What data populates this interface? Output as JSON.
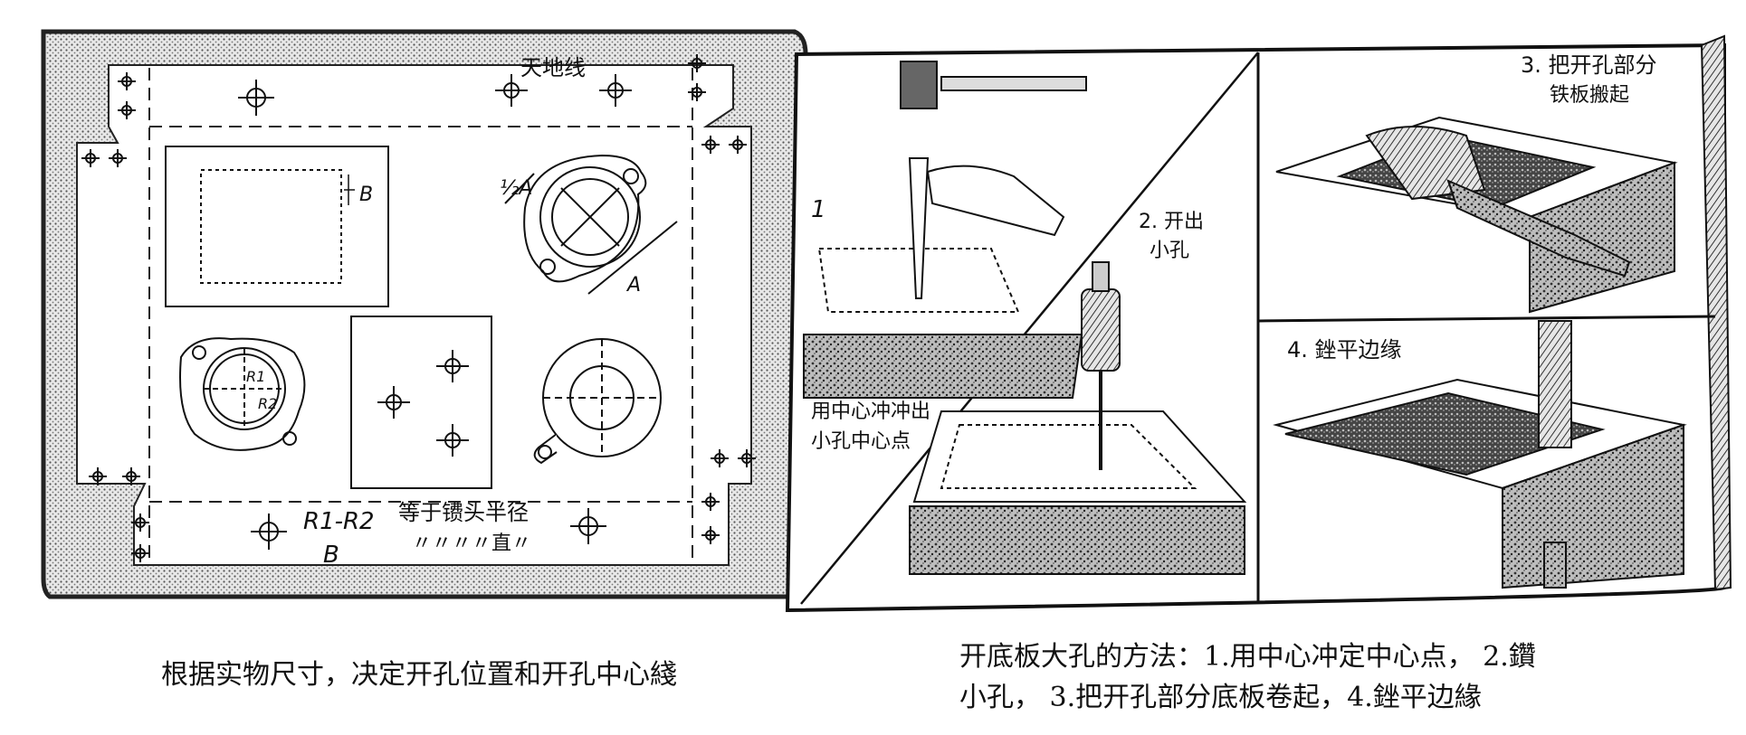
{
  "left_panel": {
    "top_label": "天地线",
    "dim_B": "B",
    "dim_half_A": "½A",
    "dim_A": "A",
    "dim_R1": "R1",
    "dim_R2": "R2",
    "formula_numerator": "R1-R2",
    "formula_denominator": "B",
    "formula_text_line1": "等于镄头半径",
    "formula_text_line2": "〃〃〃〃直〃",
    "caption": "根据实物尺寸，决定开孔位置和开孔中心綫"
  },
  "right_panel": {
    "step1_number": "1",
    "step1_text_line1": "用中心冲冲出",
    "step1_text_line2": "小孔中心点",
    "step2_text_line1": "2. 开出",
    "step2_text_line2": "小孔",
    "step3_text_line1": "3. 把开孔部分",
    "step3_text_line2": "铁板搬起",
    "step4_text": "4. 銼平边缘",
    "caption_line1": "开底板大孔的方法：1.用中心冲定中心点， 2.鑽",
    "caption_line2": "小孔， 3.把开孔部分底板卷起，4.銼平边緣"
  }
}
